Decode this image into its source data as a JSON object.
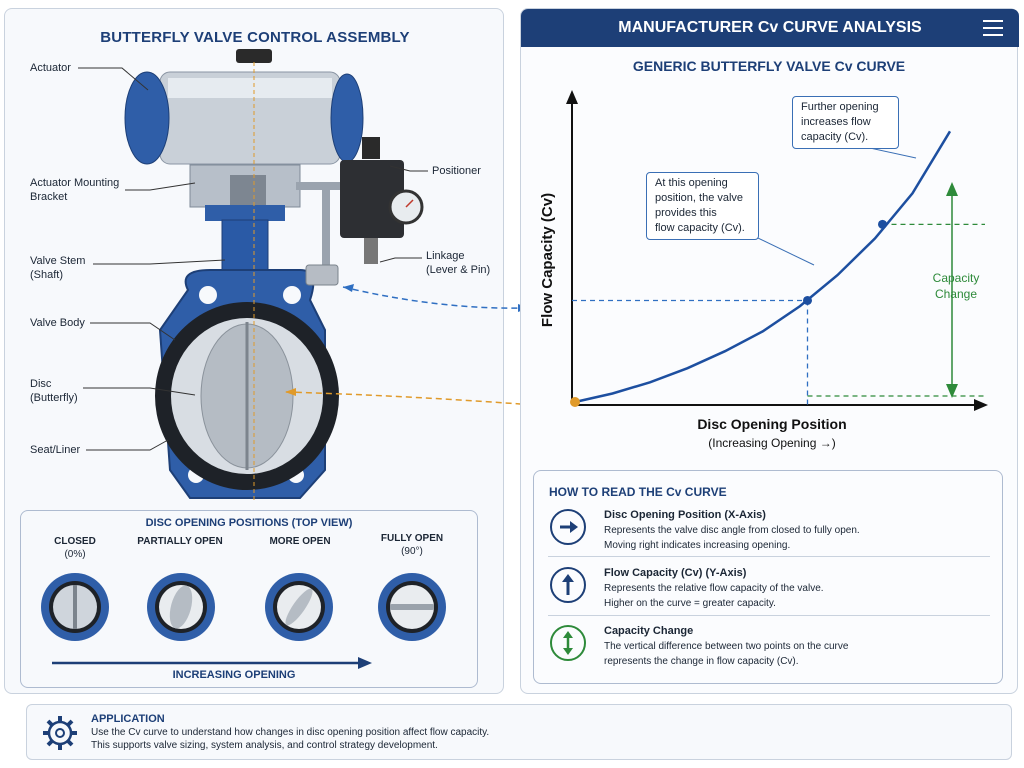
{
  "left": {
    "title": "BUTTERFLY VALVE CONTROL ASSEMBLY",
    "labels": {
      "actuator": "Actuator",
      "bracket_1": "Actuator Mounting",
      "bracket_2": "Bracket",
      "stem_1": "Valve Stem",
      "stem_2": "(Shaft)",
      "body": "Valve Body",
      "disc_1": "Disc",
      "disc_2": "(Butterfly)",
      "seat": "Seat/Liner",
      "positioner": "Positioner",
      "linkage_1": "Linkage",
      "linkage_2": "(Lever & Pin)"
    },
    "positions": {
      "title": "DISC OPENING POSITIONS (TOP VIEW)",
      "items": [
        {
          "label": "CLOSED",
          "sub": "(0%)"
        },
        {
          "label": "PARTIALLY OPEN",
          "sub": ""
        },
        {
          "label": "MORE OPEN",
          "sub": ""
        },
        {
          "label": "FULLY OPEN",
          "sub": "(90°)"
        }
      ],
      "arrow_label": "INCREASING OPENING"
    }
  },
  "right": {
    "header": "MANUFACTURER Cv CURVE ANALYSIS",
    "chart_title": "GENERIC BUTTERFLY VALVE Cv CURVE",
    "callout_top": [
      "Further opening",
      "increases flow",
      "capacity (Cv)."
    ],
    "callout_mid": [
      "At this opening",
      "position, the valve",
      "provides this",
      "flow capacity (Cv)."
    ],
    "capacity_change": [
      "Capacity",
      "Change"
    ]
  },
  "chart_data": {
    "type": "line",
    "xlabel": "Disc Opening Position",
    "xlabel_sub": "(Increasing Opening →)",
    "ylabel": "Flow Capacity (Cv)",
    "x": [
      0,
      0.1,
      0.2,
      0.3,
      0.4,
      0.5,
      0.6,
      0.7,
      0.8,
      0.9,
      1.0
    ],
    "y": [
      0,
      0.03,
      0.07,
      0.12,
      0.18,
      0.25,
      0.34,
      0.45,
      0.58,
      0.74,
      0.96
    ],
    "marked_points": [
      {
        "x": 0.0,
        "y": 0.0
      },
      {
        "x": 0.62,
        "y": 0.36
      },
      {
        "x": 0.82,
        "y": 0.63
      }
    ],
    "grid": false,
    "ticks": false
  },
  "how": {
    "title": "HOW TO READ THE Cv CURVE",
    "rows": [
      {
        "heading": "Disc Opening Position (X-Axis)",
        "line1": "Represents the valve disc angle from closed to fully open.",
        "line2": "Moving right indicates increasing opening.",
        "icon": "arrow-right-icon"
      },
      {
        "heading": "Flow Capacity (Cv) (Y-Axis)",
        "line1": "Represents the relative flow capacity of the valve.",
        "line2": "Higher on the curve = greater capacity.",
        "icon": "arrow-up-icon"
      },
      {
        "heading": "Capacity Change",
        "line1": "The vertical difference between two points on the curve",
        "line2": "represents the change in flow capacity (Cv).",
        "icon": "double-arrow-vertical-icon"
      }
    ]
  },
  "application": {
    "title": "APPLICATION",
    "line1": "Use the Cv curve to understand how changes in disc opening position affect flow capacity.",
    "line2": "This supports valve sizing, system analysis, and control strategy development.",
    "icon": "gear-icon"
  },
  "colors": {
    "navy": "#1d3f77",
    "blue": "#1f4f96",
    "green": "#2e8a3a",
    "orange": "#e09a2a"
  }
}
